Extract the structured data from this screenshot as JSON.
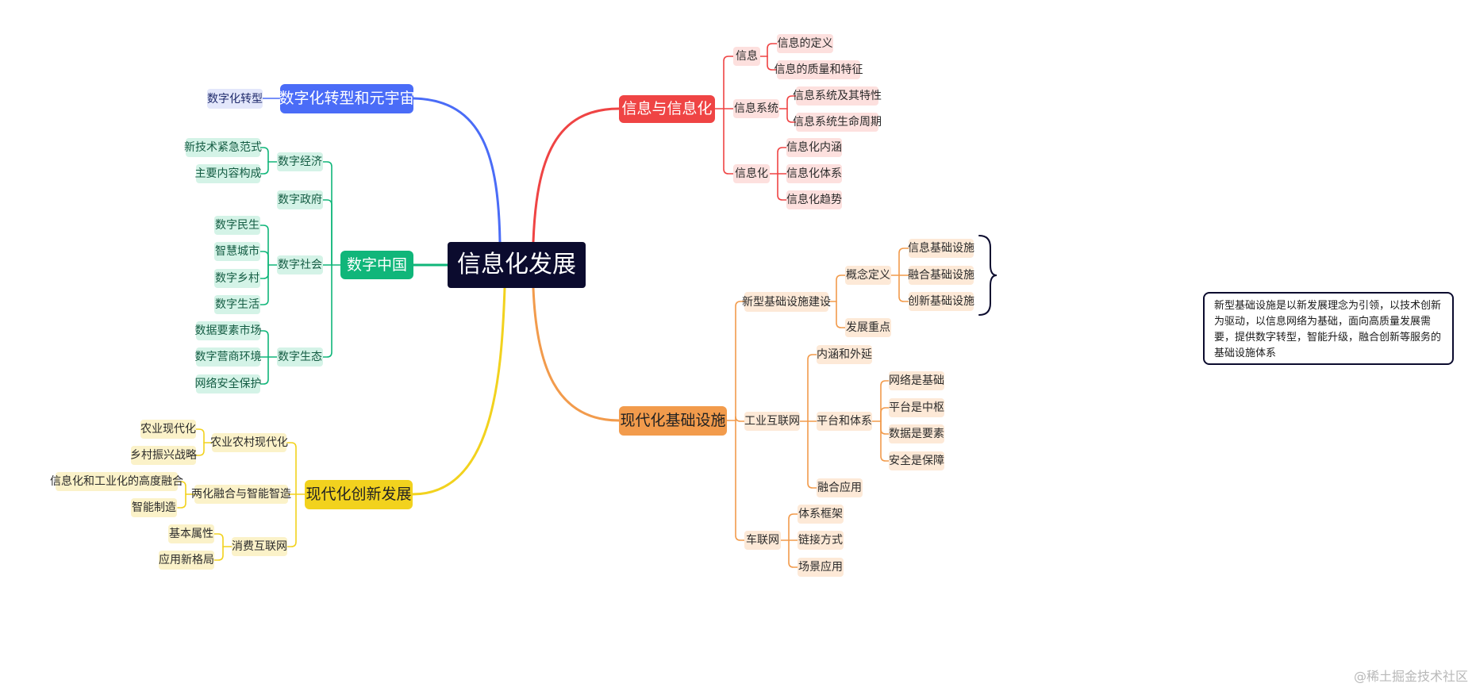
{
  "root": "信息化发展",
  "branches": {
    "digital_transformation": {
      "label": "数字化转型和元宇宙",
      "children": [
        "数字化转型"
      ],
      "color": "#4a6cf7"
    },
    "info_and_informatization": {
      "label": "信息与信息化",
      "color": "#ef4444",
      "groups": [
        {
          "label": "信息",
          "children": [
            "信息的定义",
            "信息的质量和特征"
          ]
        },
        {
          "label": "信息系统",
          "children": [
            "信息系统及其特性",
            "信息系统生命周期"
          ]
        },
        {
          "label": "信息化",
          "children": [
            "信息化内涵",
            "信息化体系",
            "信息化趋势"
          ]
        }
      ]
    },
    "digital_china": {
      "label": "数字中国",
      "color": "#10b67a",
      "groups": [
        {
          "label": "数字经济",
          "children": [
            "新技术紧急范式",
            "主要内容构成"
          ]
        },
        {
          "label": "数字政府",
          "children": []
        },
        {
          "label": "数字社会",
          "children": [
            "数字民生",
            "智慧城市",
            "数字乡村",
            "数字生活"
          ]
        },
        {
          "label": "数字生态",
          "children": [
            "数据要素市场",
            "数字营商环境",
            "网络安全保护"
          ]
        }
      ]
    },
    "modern_infrastructure": {
      "label": "现代化基础设施",
      "color": "#f29b4c",
      "groups": [
        {
          "label": "新型基础设施建设",
          "sub": [
            {
              "label": "概念定义",
              "children": [
                "信息基础设施",
                "融合基础设施",
                "创新基础设施"
              ]
            },
            {
              "label": "发展重点",
              "children": []
            }
          ]
        },
        {
          "label": "工业互联网",
          "sub": [
            {
              "label": "内涵和外延",
              "children": []
            },
            {
              "label": "平台和体系",
              "children": [
                "网络是基础",
                "平台是中枢",
                "数据是要素",
                "安全是保障"
              ]
            },
            {
              "label": "融合应用",
              "children": []
            }
          ]
        },
        {
          "label": "车联网",
          "children": [
            "体系框架",
            "链接方式",
            "场景应用"
          ]
        }
      ],
      "note": "新型基础设施是以新发展理念为引领，以技术创新为驱动，以信息网络为基础，面向高质量发展需要，提供数字转型，智能升级，融合创新等服务的基础设施体系"
    },
    "modern_innovation": {
      "label": "现代化创新发展",
      "color": "#f2d21e",
      "groups": [
        {
          "label": "农业农村现代化",
          "children": [
            "农业现代化",
            "乡村振兴战略"
          ]
        },
        {
          "label": "两化融合与智能智造",
          "children": [
            "信息化和工业化的高度融合",
            "智能制造"
          ]
        },
        {
          "label": "消费互联网",
          "children": [
            "基本属性",
            "应用新格局"
          ]
        }
      ]
    }
  },
  "watermark": "@稀土掘金技术社区"
}
